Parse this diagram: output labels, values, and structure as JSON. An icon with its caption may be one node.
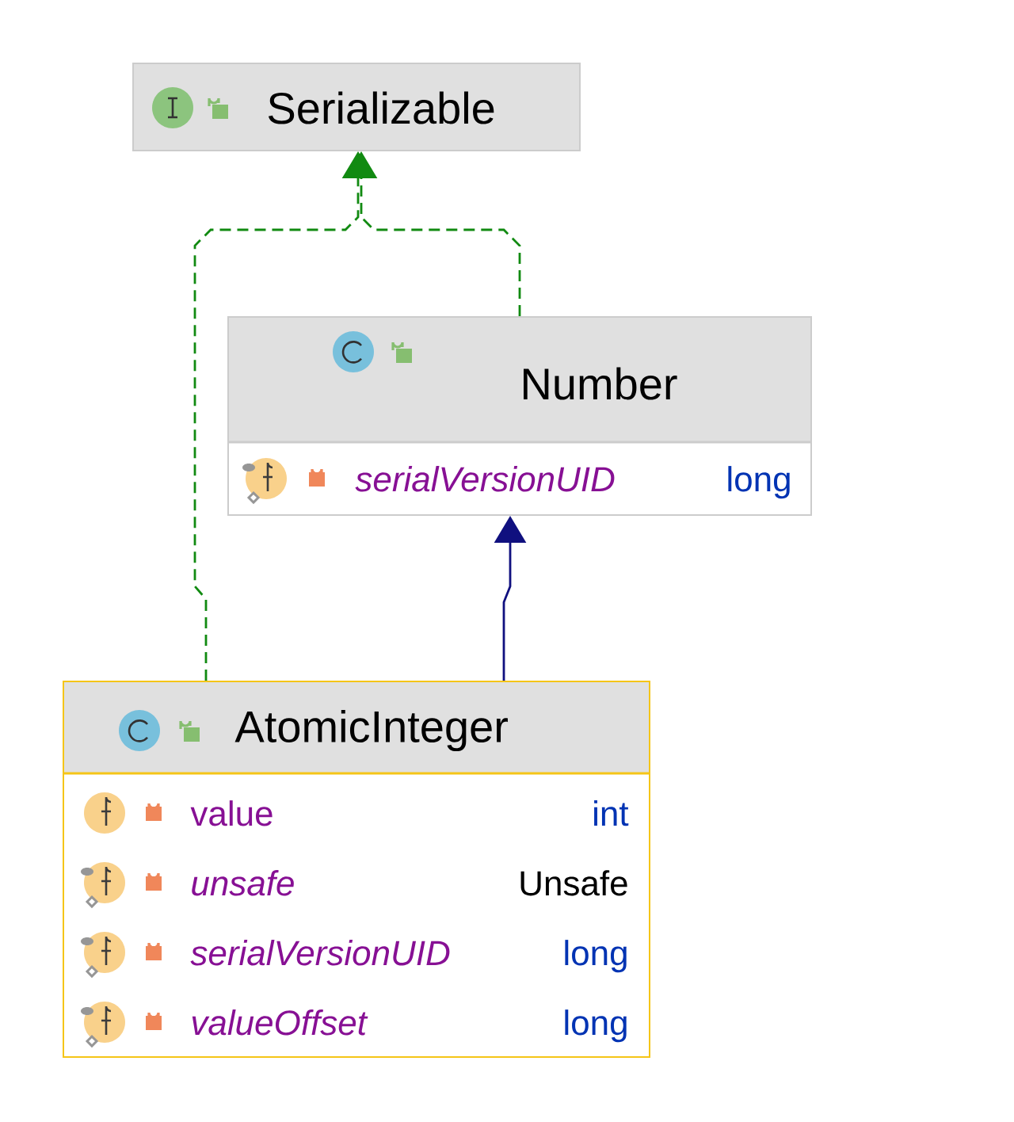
{
  "diagram": {
    "nodes": [
      {
        "text": [
          "Serializable"
        ]
      },
      {
        "text": [
          "Number",
          "serialVersionUID",
          "long"
        ]
      },
      {
        "text": [
          "AtomicInteger",
          "value",
          "int",
          "unsafe",
          "Unsafe",
          "serialVersionUID",
          "long",
          "valueOffset",
          "long"
        ]
      }
    ],
    "edges": [
      {
        "from": 2,
        "to": 0,
        "arrow": "to",
        "style": "dashed",
        "color": "#118a11"
      },
      {
        "from": 1,
        "to": 0,
        "arrow": "to",
        "style": "dashed",
        "color": "#118a11"
      },
      {
        "from": 2,
        "to": 1,
        "arrow": "to",
        "color": "#10107f"
      }
    ]
  }
}
